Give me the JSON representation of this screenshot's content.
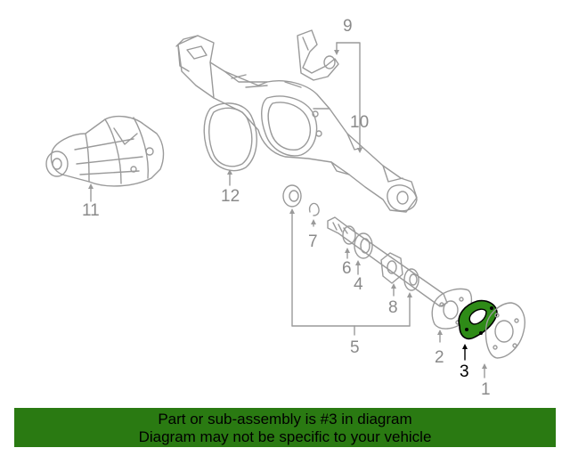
{
  "diagram": {
    "callouts": [
      {
        "id": "1",
        "label": "1"
      },
      {
        "id": "2",
        "label": "2"
      },
      {
        "id": "3",
        "label": "3"
      },
      {
        "id": "4",
        "label": "4"
      },
      {
        "id": "5",
        "label": "5"
      },
      {
        "id": "6",
        "label": "6"
      },
      {
        "id": "7",
        "label": "7"
      },
      {
        "id": "8",
        "label": "8"
      },
      {
        "id": "9",
        "label": "9"
      },
      {
        "id": "10",
        "label": "10"
      },
      {
        "id": "11",
        "label": "11"
      },
      {
        "id": "12",
        "label": "12"
      }
    ],
    "highlighted_part": "3"
  },
  "banner": {
    "line1": "Part or sub-assembly is #3 in diagram",
    "line2": "Diagram may not be specific to your vehicle"
  },
  "colors": {
    "line": "#9a9a9a",
    "highlight_fill": "#2e8b17",
    "banner_bg": "#2a7a12"
  }
}
